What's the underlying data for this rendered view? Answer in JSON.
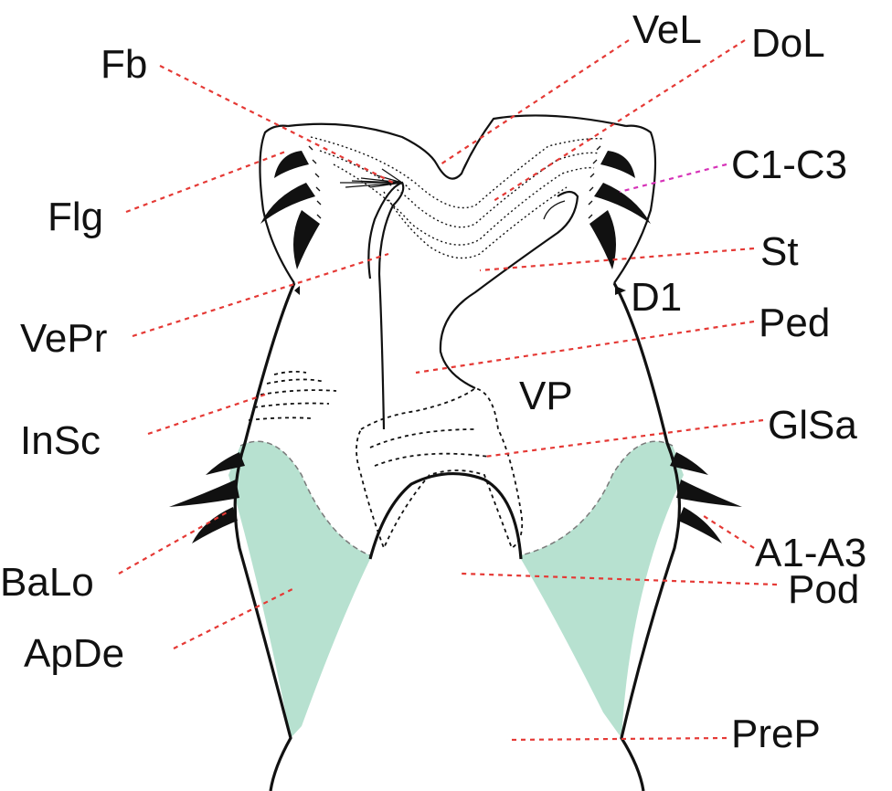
{
  "diagram": {
    "colors": {
      "leader_line": "#e53935",
      "leader_line_alt": "#d633b8",
      "apodeme_fill": "#b7e1d0",
      "outline": "#111111"
    },
    "labels": {
      "fb": "Fb",
      "vel": "VeL",
      "dol": "DoL",
      "c1c3": "C1-C3",
      "flg": "Flg",
      "st": "St",
      "d1": "D1",
      "vepr": "VePr",
      "ped": "Ped",
      "vp": "VP",
      "insc": "InSc",
      "glsa": "GlSa",
      "a1a3": "A1-A3",
      "balo": "BaLo",
      "pod": "Pod",
      "apde": "ApDe",
      "prep": "PreP"
    }
  }
}
